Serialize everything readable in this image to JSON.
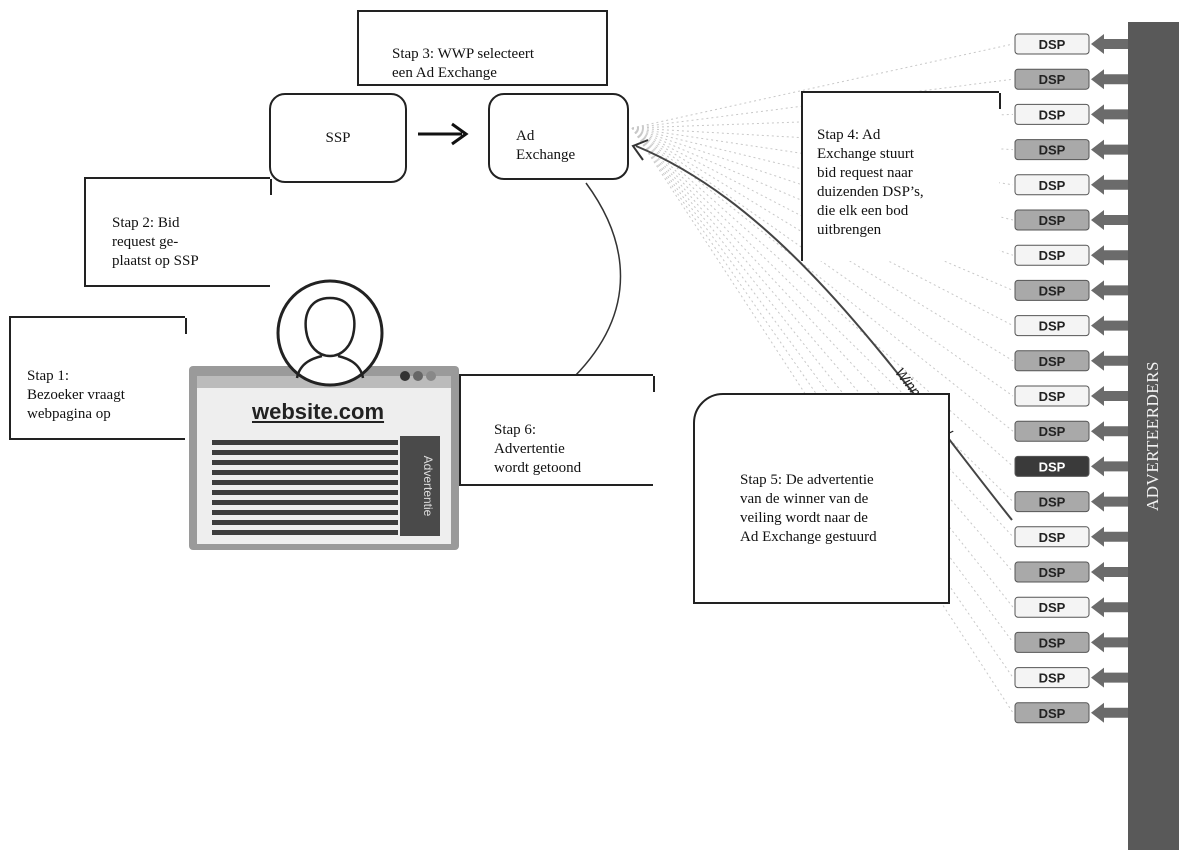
{
  "advertisers_label": "ADVERTEERDERS",
  "website": {
    "title": "website.com",
    "ad_label": "Advertentie"
  },
  "nodes": {
    "ssp": "SSP",
    "ad_exchange": "Ad\nExchange"
  },
  "steps": {
    "step1": "Stap 1:\nBezoeker vraagt\nwebpagina op",
    "step2": "Stap 2: Bid\nrequest ge-\nplaatst op SSP",
    "step3": "Stap 3: WWP selecteert\neen Ad Exchange",
    "step4": "Stap 4: Ad\nExchange stuurt\nbid request naar\nduizenden DSP’s,\ndie elk een bod\nuitbrengen",
    "step5": "Stap 5: De advertentie\nvan de winner van de\nveiling wordt naar de\nAd Exchange gestuurd",
    "step6": "Stap 6:\nAdvertentie\nwordt getoond"
  },
  "winning_bid_label": "Winnend bod",
  "dsp_label": "DSP",
  "dsp_count": 20,
  "winner_index": 12,
  "colors": {
    "bar": "#595959",
    "dsp_dark": "#3a3a3a",
    "dsp_light": "#f4f4f4",
    "dsp_mid": "#a9a9a9",
    "arrow": "#6b6b6b"
  }
}
